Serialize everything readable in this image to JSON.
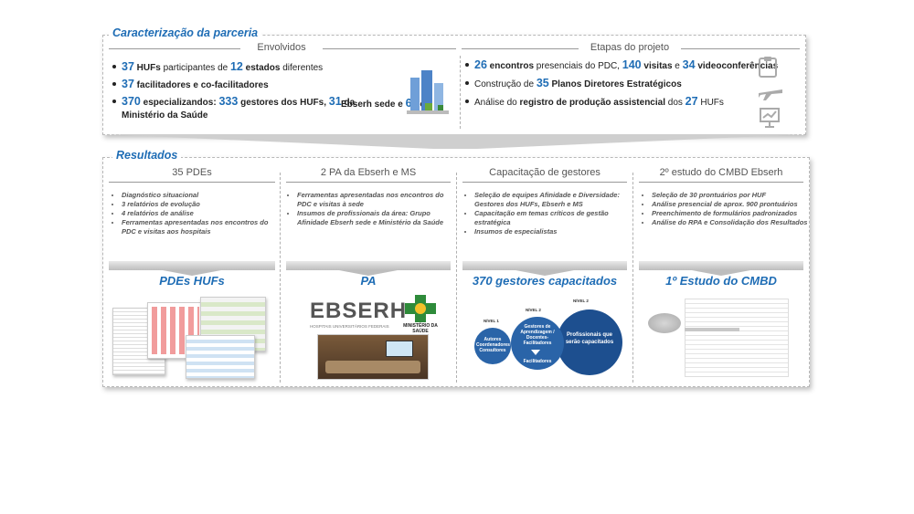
{
  "top": {
    "title": "Caracterização da parceria",
    "envolvidos_header": "Envolvidos",
    "etapas_header": "Etapas do projeto",
    "envolvidos": [
      {
        "n1": "37",
        "t1": " HUFs",
        "t2": " participantes de ",
        "n2": "12",
        "t3": " estados",
        "t4": " diferentes"
      },
      {
        "n1": "37",
        "t1": " facilitadores e",
        "t2": "  co-facilitadores"
      },
      {
        "n1": "370",
        "t1": " especializandos: ",
        "n2": "333",
        "t2": " gestores dos HUFs, ",
        "n3": "31",
        "t3": " da",
        "t4": "Ebserh sede e ",
        "n4": "6",
        "t5": " do",
        "t6": "Ministério da Saúde"
      }
    ],
    "etapas": [
      {
        "n1": "26",
        "t1": " encontros",
        "t2": " presenciais do PDC, ",
        "n2": "140",
        "t3": " visitas",
        "t4": " e ",
        "n3": "34",
        "t5": " videoconferências"
      },
      {
        "t1": "Construção de ",
        "n1": "35",
        "t2": " Planos Diretores Estratégicos"
      },
      {
        "t1": "Análise do ",
        "t2": "registro de produção assistencial",
        "t3": " dos ",
        "n1": "27",
        "t4": " HUFs"
      }
    ],
    "icons": [
      "buildings-icon",
      "clipboard-icon",
      "airplane-icon",
      "presentation-icon"
    ]
  },
  "bottom": {
    "title": "Resultados",
    "columns": [
      {
        "header": "35 PDEs",
        "items": [
          "Diagnóstico situacional",
          "3 relatórios de evolução",
          "4 relatórios de análise",
          "Ferramentas apresentadas nos encontros do PDC e visitas aos hospitais"
        ],
        "result_title": "PDEs HUFs"
      },
      {
        "header": "2 PA da Ebserh e MS",
        "items": [
          "Ferramentas apresentadas nos encontros do PDC e visitas à sede",
          "Insumos de profissionais da área: Grupo Afinidade Ebserh sede e Ministério da Saúde"
        ],
        "result_title": "PA"
      },
      {
        "header": "Capacitação de gestores",
        "items": [
          "Seleção de equipes Afinidade e Diversidade: Gestores dos HUFs, Ebserh e MS",
          "Capacitação em temas críticos de gestão estratégica",
          "Insumos de especialistas"
        ],
        "result_title": "370 gestores capacitados"
      },
      {
        "header": "2º estudo do CMBD Ebserh",
        "items": [
          "Seleção de 30 prontuários por HUF",
          "Análise presencial de aprox. 900 prontuários",
          "Preenchimento de formulários padronizados",
          "Análise do RPA e Consolidação dos Resultados"
        ],
        "result_title": "1º Estudo do CMBD"
      }
    ],
    "pa_logo": {
      "brand": "EBSERH",
      "brand_sub": "HOSPITAIS UNIVERSITÁRIOS FEDERAIS",
      "ministry": "MINISTÉRIO DA SAÚDE"
    },
    "levels": {
      "nivel1": "NÍVEL 1",
      "nivel2a": "NÍVEL 2",
      "nivel2b": "NÍVEL 2",
      "c1": "Autores Coordenadores Consultores",
      "c2": "Gestores de Aprendizagem / Docentes-Facilitadores",
      "c2b": "Facilitadores",
      "c3": "Profissionais que serão capacitados"
    }
  },
  "colors": {
    "accent": "#1f6db5",
    "dark_circle": "#1d4f8f",
    "mid_circle": "#2a64a8"
  }
}
